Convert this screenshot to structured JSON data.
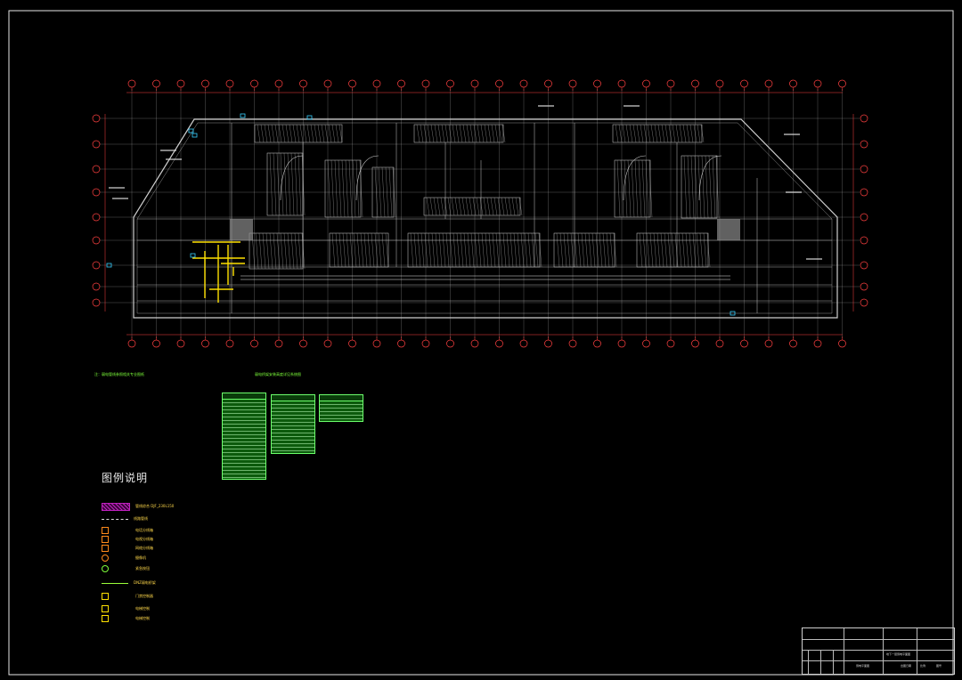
{
  "legend": {
    "title": "图例说明",
    "items": [
      {
        "symbol": "hatch-magenta",
        "text": "管线综合 DJF_230L150"
      },
      {
        "symbol": "dashed-line",
        "text": "线路管线"
      },
      {
        "symbol": "box-orange",
        "text": "电话分线箱"
      },
      {
        "symbol": "box-orange",
        "text": "电视分线箱"
      },
      {
        "symbol": "box-orange",
        "text": "网络分线箱"
      },
      {
        "symbol": "circle-orange",
        "text": "摄像机"
      },
      {
        "symbol": "circle-green",
        "text": "紧急按钮"
      },
      {
        "symbol": "solid-green-line",
        "text": "DNZ弱电桥架"
      },
      {
        "symbol": "box-yellow",
        "text": "门禁控制器"
      },
      {
        "symbol": "box-yellow",
        "text": "电梯控制"
      },
      {
        "symbol": "box-yellow",
        "text": "电梯控制"
      }
    ]
  },
  "notes": {
    "left": "注：弱电管线参照相关专业图纸",
    "right": "弱电桥架安装高度详见系统图"
  },
  "titleblock": {
    "cells": [
      "地下一层弱电平面图",
      "弱电平面图",
      "出图日期",
      "比例",
      "图号"
    ]
  },
  "colors": {
    "background": "#000000",
    "border": "#e6e6e6",
    "grid_axis": "#d0d0d0",
    "axis_bubble": "#ff4040",
    "walls": "#cfcfcf",
    "legend_text": "#ffd84a",
    "note_text": "#7dff3a",
    "table_fill": "#0c5a0c",
    "hatch_magenta": "#c020c0",
    "cyan_equipment": "#39d0ff",
    "tray_yellow": "#ffe100"
  }
}
